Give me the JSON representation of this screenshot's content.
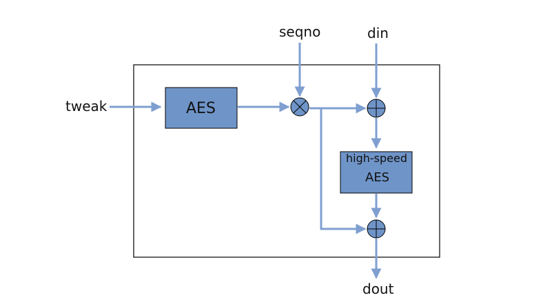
{
  "diagram": {
    "inputs": {
      "tweak": "tweak",
      "seqno": "seqno",
      "din": "din"
    },
    "output": {
      "dout": "dout"
    },
    "blocks": {
      "aes": "AES",
      "high_speed_aes_line1": "high-speed",
      "high_speed_aes_line2": "AES"
    },
    "operators": {
      "multiply": "multiply",
      "xor_top": "xor",
      "xor_bottom": "xor"
    },
    "colors": {
      "block_fill": "#6f94c8",
      "arrow": "#7f9fd0",
      "outline": "#000000"
    }
  }
}
